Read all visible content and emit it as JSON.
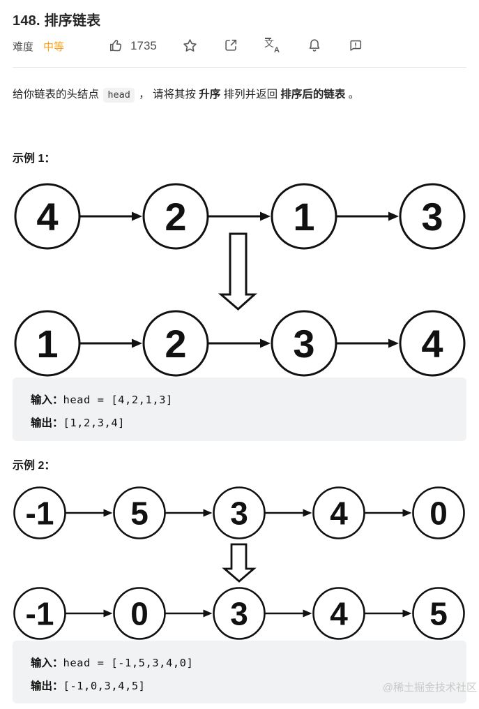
{
  "colors": {
    "difficulty_medium": "#ffa116",
    "icon_gray": "#595959",
    "node_stroke": "#111111",
    "io_block_bg": "#f1f2f3",
    "watermark_gray": "#c9c9c9"
  },
  "header": {
    "title": "148. 排序链表",
    "difficulty_label": "难度",
    "difficulty_value": "中等",
    "like_count": "1735",
    "icons": [
      "thumbs-up",
      "star",
      "share",
      "translate",
      "bell",
      "feedback"
    ]
  },
  "description": {
    "part1": "给你链表的头结点 ",
    "code": "head",
    "part2": " ， 请将其按 ",
    "bold1": "升序",
    "part3": " 排列并返回 ",
    "bold2": "排序后的链表",
    "part4": " 。"
  },
  "examples": [
    {
      "label": "示例 1：",
      "before": [
        "4",
        "2",
        "1",
        "3"
      ],
      "after": [
        "1",
        "2",
        "3",
        "4"
      ],
      "io": {
        "input_label": "输入：",
        "input_value": "head = [4,2,1,3]",
        "output_label": "输出：",
        "output_value": "[1,2,3,4]"
      }
    },
    {
      "label": "示例 2：",
      "before": [
        "-1",
        "5",
        "3",
        "4",
        "0"
      ],
      "after": [
        "-1",
        "0",
        "3",
        "4",
        "5"
      ],
      "io": {
        "input_label": "输入：",
        "input_value": "head = [-1,5,3,4,0]",
        "output_label": "输出：",
        "output_value": "[-1,0,3,4,5]"
      }
    }
  ],
  "watermark": "@稀土掘金技术社区"
}
